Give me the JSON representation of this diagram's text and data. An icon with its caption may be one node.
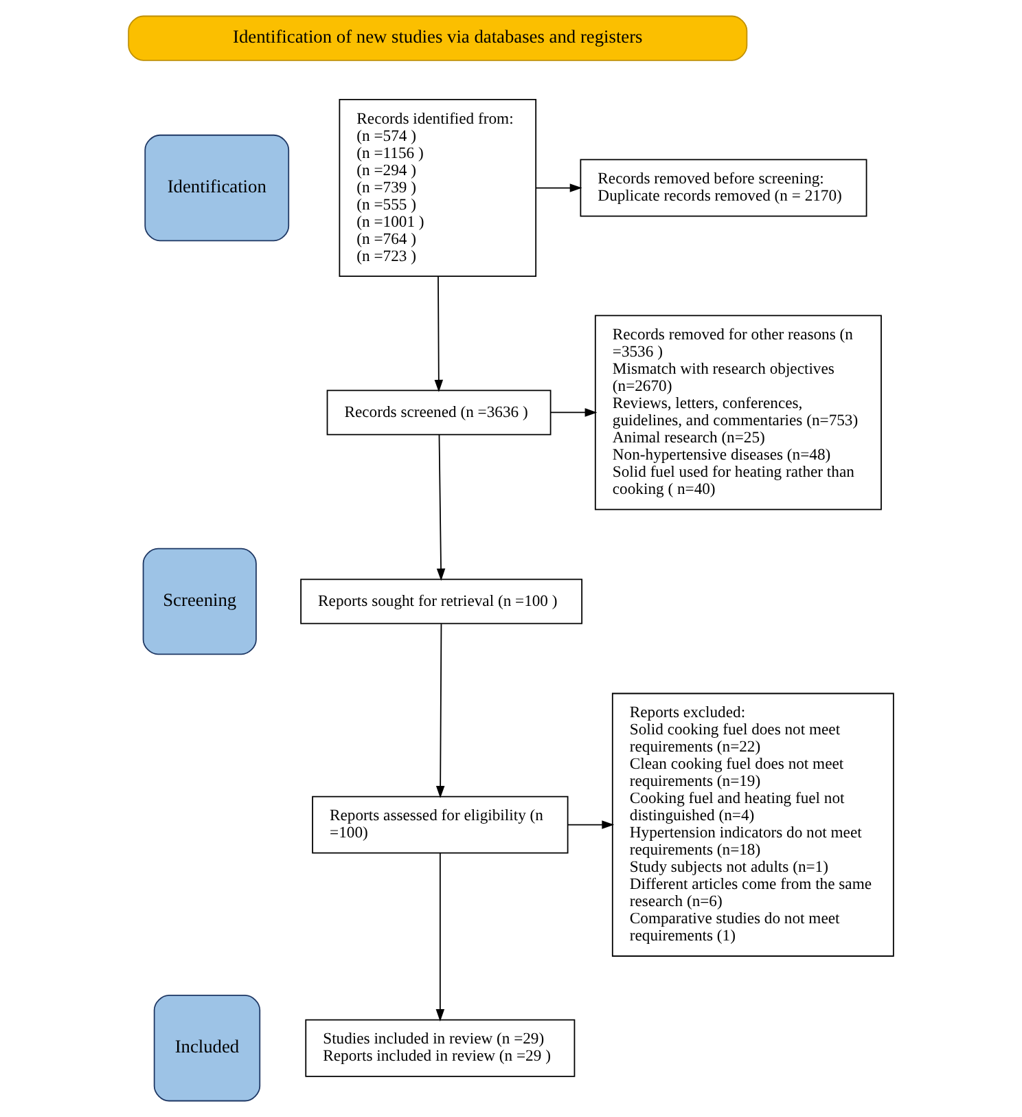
{
  "diagram": {
    "nodes": [
      {
        "text": [
          "Identification of new studies via databases and registers"
        ]
      },
      {
        "text": [
          "Identification"
        ]
      },
      {
        "text": [
          "Screening"
        ]
      },
      {
        "text": [
          "Included"
        ]
      },
      {
        "text": [
          "Records identified from:",
          "(n =574 )",
          "(n =1156 )",
          "(n =294 )",
          "(n =739 )",
          "(n =555 )",
          "(n =1001 )",
          "(n =764 )",
          "(n =723 )"
        ]
      },
      {
        "text": [
          "Records removed before screening:",
          "Duplicate records removed (n = 2170)"
        ]
      },
      {
        "text": [
          "Records screened (n =3636 )"
        ]
      },
      {
        "text": [
          "Records removed for other reasons (n =3536 )",
          "Mismatch with research objectives (n=2670)",
          "Reviews, letters, conferences, guidelines, and commentaries (n=753)",
          "Animal research (n=25)",
          "Non-hypertensive diseases (n=48)",
          "Solid fuel used for heating rather than cooking ( n=40)"
        ]
      },
      {
        "text": [
          "Reports sought for retrieval (n =100 )"
        ]
      },
      {
        "text": [
          "Reports assessed for eligibility (n =100)"
        ]
      },
      {
        "text": [
          "Reports excluded:",
          "Solid cooking fuel does not meet requirements (n=22)",
          "Clean cooking fuel does not meet requirements (n=19)",
          "Cooking fuel and heating fuel not distinguished (n=4)",
          "Hypertension indicators do not meet requirements (n=18)",
          "Study subjects not adults (n=1)",
          "Different articles come from the same research (n=6)",
          "Comparative studies do not meet requirements (1)"
        ]
      },
      {
        "text": [
          "Studies included in review (n =29)",
          "Reports included in review (n =29 )"
        ]
      }
    ],
    "edges": [
      {
        "from": 4,
        "to": 5,
        "arrow": "to"
      },
      {
        "from": 4,
        "to": 6,
        "arrow": "to"
      },
      {
        "from": 6,
        "to": 7,
        "arrow": "to"
      },
      {
        "from": 6,
        "to": 8,
        "arrow": "to"
      },
      {
        "from": 8,
        "to": 9,
        "arrow": "to"
      },
      {
        "from": 9,
        "to": 10,
        "arrow": "to"
      },
      {
        "from": 9,
        "to": 11,
        "arrow": "to"
      }
    ]
  }
}
